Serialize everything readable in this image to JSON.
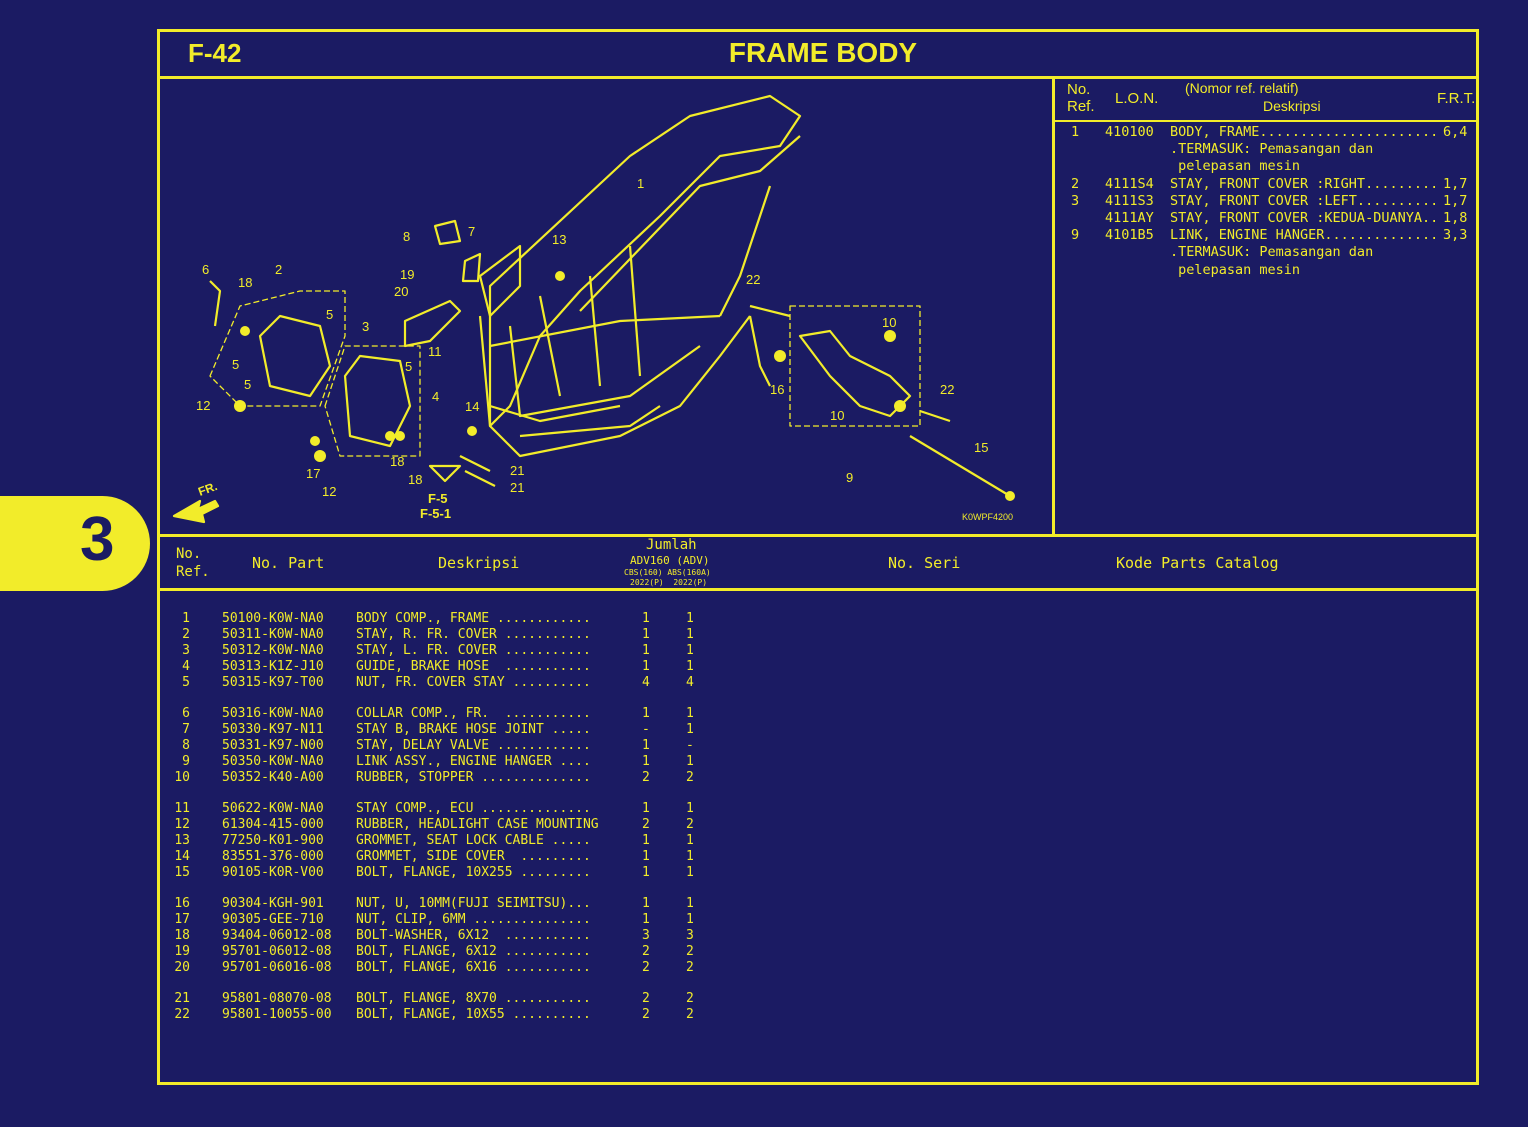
{
  "tab_number": "3",
  "header": {
    "code": "F-42",
    "title": "FRAME BODY"
  },
  "diagram": {
    "callouts": [
      "1",
      "2",
      "3",
      "4",
      "5",
      "5",
      "5",
      "5",
      "6",
      "7",
      "8",
      "9",
      "10",
      "10",
      "11",
      "12",
      "12",
      "13",
      "14",
      "15",
      "16",
      "17",
      "18",
      "18",
      "18",
      "19",
      "20",
      "21",
      "21",
      "22",
      "22"
    ],
    "arrow_label": "FR.",
    "ref_labels": [
      "F-5",
      "F-5-1"
    ],
    "drawing_code": "K0WPF4200"
  },
  "ref_table": {
    "headers": {
      "no_ref": "No.\nRef.",
      "lon": "L.O.N.",
      "desc_top": "(Nomor ref. relatif)",
      "desc": "Deskripsi",
      "frt": "F.R.T."
    },
    "rows": [
      {
        "ref": "1",
        "lon": "410100",
        "desc": "BODY, FRAME......................",
        "frt": "6,4"
      },
      {
        "ref": "",
        "lon": "",
        "desc": ".TERMASUK: Pemasangan dan",
        "frt": ""
      },
      {
        "ref": "",
        "lon": "",
        "desc": " pelepasan mesin",
        "frt": ""
      },
      {
        "ref": "2",
        "lon": "4111S4",
        "desc": "STAY, FRONT COVER :RIGHT.........",
        "frt": "1,7"
      },
      {
        "ref": "3",
        "lon": "4111S3",
        "desc": "STAY, FRONT COVER :LEFT..........",
        "frt": "1,7"
      },
      {
        "ref": "",
        "lon": "4111AY",
        "desc": "STAY, FRONT COVER :KEDUA-DUANYA..",
        "frt": "1,8"
      },
      {
        "ref": "9",
        "lon": "4101B5",
        "desc": "LINK, ENGINE HANGER..............",
        "frt": "3,3"
      },
      {
        "ref": "",
        "lon": "",
        "desc": ".TERMASUK: Pemasangan dan",
        "frt": ""
      },
      {
        "ref": "",
        "lon": "",
        "desc": " pelepasan mesin",
        "frt": ""
      }
    ]
  },
  "parts_header": {
    "no_ref": "No.\nRef.",
    "no_part": "No. Part",
    "deskripsi": "Deskripsi",
    "jumlah": "Jumlah",
    "model": "ADV160 (ADV)",
    "variants": "CBS(160) ABS(160A)",
    "years": "2022(P)  2022(P)",
    "no_seri": "No. Seri",
    "kode": "Kode Parts Catalog"
  },
  "parts": [
    {
      "ref": "1",
      "part": "50100-K0W-NA0",
      "desc": "BODY COMP., FRAME ............",
      "q1": "1",
      "q2": "1"
    },
    {
      "ref": "2",
      "part": "50311-K0W-NA0",
      "desc": "STAY, R. FR. COVER ...........",
      "q1": "1",
      "q2": "1"
    },
    {
      "ref": "3",
      "part": "50312-K0W-NA0",
      "desc": "STAY, L. FR. COVER ...........",
      "q1": "1",
      "q2": "1"
    },
    {
      "ref": "4",
      "part": "50313-K1Z-J10",
      "desc": "GUIDE, BRAKE HOSE  ...........",
      "q1": "1",
      "q2": "1"
    },
    {
      "ref": "5",
      "part": "50315-K97-T00",
      "desc": "NUT, FR. COVER STAY ..........",
      "q1": "4",
      "q2": "4"
    },
    {
      "ref": "6",
      "part": "50316-K0W-NA0",
      "desc": "COLLAR COMP., FR.  ...........",
      "q1": "1",
      "q2": "1"
    },
    {
      "ref": "7",
      "part": "50330-K97-N11",
      "desc": "STAY B, BRAKE HOSE JOINT .....",
      "q1": "-",
      "q2": "1"
    },
    {
      "ref": "8",
      "part": "50331-K97-N00",
      "desc": "STAY, DELAY VALVE ............",
      "q1": "1",
      "q2": "-"
    },
    {
      "ref": "9",
      "part": "50350-K0W-NA0",
      "desc": "LINK ASSY., ENGINE HANGER ....",
      "q1": "1",
      "q2": "1"
    },
    {
      "ref": "10",
      "part": "50352-K40-A00",
      "desc": "RUBBER, STOPPER ..............",
      "q1": "2",
      "q2": "2"
    },
    {
      "ref": "11",
      "part": "50622-K0W-NA0",
      "desc": "STAY COMP., ECU ..............",
      "q1": "1",
      "q2": "1"
    },
    {
      "ref": "12",
      "part": "61304-415-000",
      "desc": "RUBBER, HEADLIGHT CASE MOUNTING",
      "q1": "2",
      "q2": "2"
    },
    {
      "ref": "13",
      "part": "77250-K01-900",
      "desc": "GROMMET, SEAT LOCK CABLE .....",
      "q1": "1",
      "q2": "1"
    },
    {
      "ref": "14",
      "part": "83551-376-000",
      "desc": "GROMMET, SIDE COVER  .........",
      "q1": "1",
      "q2": "1"
    },
    {
      "ref": "15",
      "part": "90105-K0R-V00",
      "desc": "BOLT, FLANGE, 10X255 .........",
      "q1": "1",
      "q2": "1"
    },
    {
      "ref": "16",
      "part": "90304-KGH-901",
      "desc": "NUT, U, 10MM(FUJI SEIMITSU)...",
      "q1": "1",
      "q2": "1"
    },
    {
      "ref": "17",
      "part": "90305-GEE-710",
      "desc": "NUT, CLIP, 6MM ...............",
      "q1": "1",
      "q2": "1"
    },
    {
      "ref": "18",
      "part": "93404-06012-08",
      "desc": "BOLT-WASHER, 6X12  ...........",
      "q1": "3",
      "q2": "3"
    },
    {
      "ref": "19",
      "part": "95701-06012-08",
      "desc": "BOLT, FLANGE, 6X12 ...........",
      "q1": "2",
      "q2": "2"
    },
    {
      "ref": "20",
      "part": "95701-06016-08",
      "desc": "BOLT, FLANGE, 6X16 ...........",
      "q1": "2",
      "q2": "2"
    },
    {
      "ref": "21",
      "part": "95801-08070-08",
      "desc": "BOLT, FLANGE, 8X70 ...........",
      "q1": "2",
      "q2": "2"
    },
    {
      "ref": "22",
      "part": "95801-10055-00",
      "desc": "BOLT, FLANGE, 10X55 ..........",
      "q1": "2",
      "q2": "2"
    }
  ]
}
